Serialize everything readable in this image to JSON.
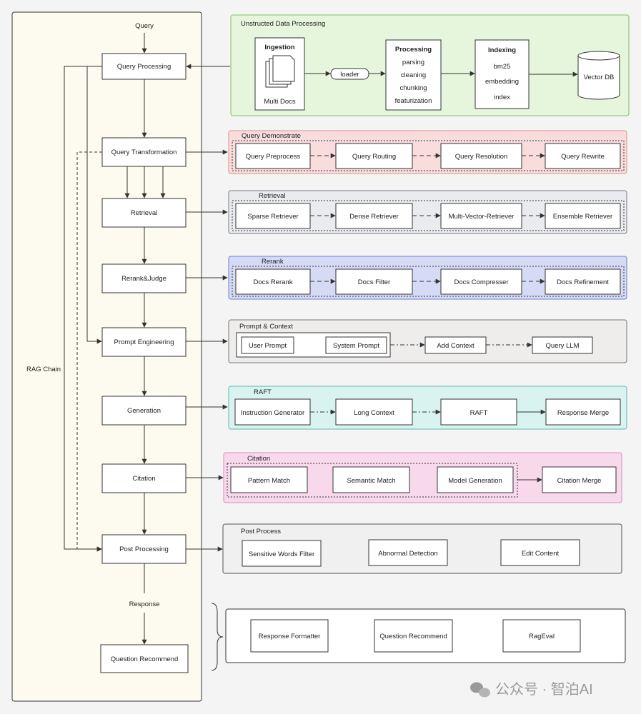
{
  "chain": {
    "label": "RAG Chain",
    "query": "Query",
    "response": "Response",
    "steps": [
      "Query Processing",
      "Query  Transformation",
      "Retrieval",
      "Rerank&Judge",
      "Prompt Engineering",
      "Generation",
      "Citation",
      "Post Processing"
    ],
    "final": "Question Recommend"
  },
  "unstructured": {
    "title": "Unstructed Data Processing",
    "ingestion": {
      "title": "Ingestion",
      "subtitle": "Multi Docs"
    },
    "loader": "loader",
    "processing": {
      "title": "Processing",
      "items": [
        "parsing",
        "cleaning",
        "chunking",
        "featurization"
      ]
    },
    "indexing": {
      "title": "Indexing",
      "items": [
        "bm25",
        "embedding",
        "index"
      ]
    },
    "store": "Vector  DB"
  },
  "sections": [
    {
      "id": "query-demonstrate",
      "title": "Query Demonstrate",
      "items": [
        "Query Preprocess",
        "Query Routing",
        "Query Resolution",
        "Query Rewrite"
      ]
    },
    {
      "id": "retrieval",
      "title": "Retrieval",
      "items": [
        "Sparse Retriever",
        "Dense Retriever",
        "Multi-Vector-Retriever",
        "Ensemble Retriever"
      ]
    },
    {
      "id": "rerank",
      "title": "Rerank",
      "items": [
        "Docs Rerank",
        "Docs Filter",
        "Docs Compresser",
        "Docs Refinement"
      ]
    },
    {
      "id": "prompt-context",
      "title": "Prompt & Context",
      "items": [
        "User Prompt",
        "System Prompt",
        "Add Context",
        "Query LLM"
      ]
    },
    {
      "id": "raft",
      "title": "RAFT",
      "items": [
        "Instruction Generator",
        "Long Context",
        "RAFT",
        "Response Merge"
      ]
    },
    {
      "id": "citation",
      "title": "Citation",
      "items": [
        "Pattern Match",
        "Semantic Match",
        "Model Generation",
        "Citation Merge"
      ]
    },
    {
      "id": "post-process",
      "title": "Post Process",
      "items": [
        "Sensitive Words  Filter",
        "Abnormal Detection",
        "Edit Content"
      ]
    },
    {
      "id": "response-group",
      "title": "",
      "items": [
        "Response Formatter",
        "Question Recommend",
        "RagEval"
      ]
    }
  ],
  "watermark": "公众号 · 智泊AI",
  "colors": {
    "chain_bg": "#fdfbef",
    "unstructured_bg": "#e6f6dc",
    "unstructured_border": "#7fbf64",
    "query_bg": "#f9dcdc",
    "query_border": "#e08b8b",
    "retrieval_bg": "#e9ebef",
    "retrieval_border": "#777c86",
    "rerank_bg": "#d5daf5",
    "rerank_border": "#6f7fd6",
    "prompt_bg": "#efedec",
    "prompt_border": "#777777",
    "raft_bg": "#d9f3f1",
    "raft_border": "#5fb7b0",
    "citation_bg": "#f8d9ec",
    "citation_border": "#d98ac2",
    "post_bg": "#f0f0f0",
    "post_border": "#555555"
  }
}
